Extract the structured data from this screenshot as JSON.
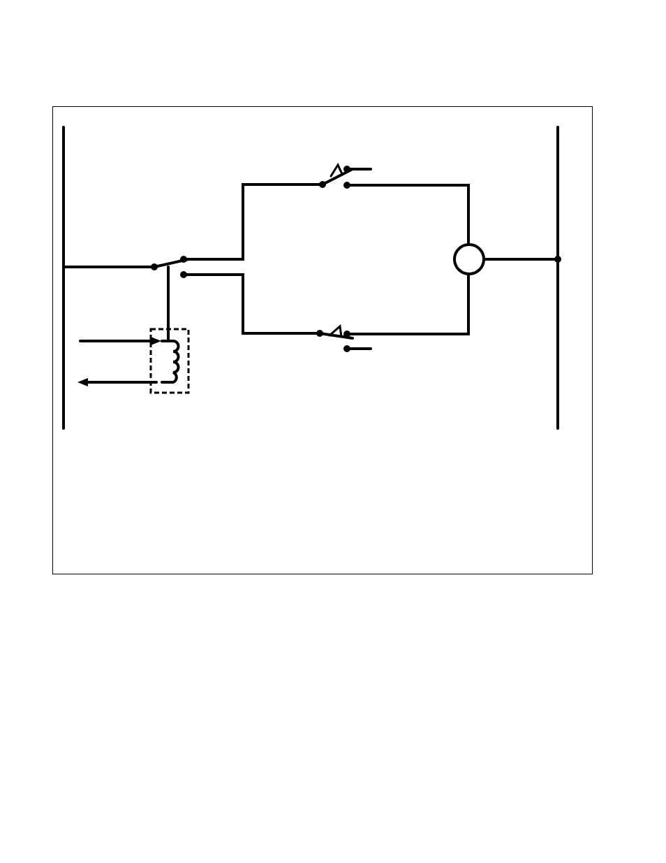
{
  "diagram": {
    "colors": {
      "line": "#000000",
      "background": "#ffffff"
    },
    "symbols": [
      "left-bus-line",
      "right-bus-line",
      "transfer-switch",
      "relay-coil",
      "upper-switch-contact",
      "lower-switch-contact",
      "circle-device",
      "input-arrow",
      "output-arrow"
    ]
  }
}
